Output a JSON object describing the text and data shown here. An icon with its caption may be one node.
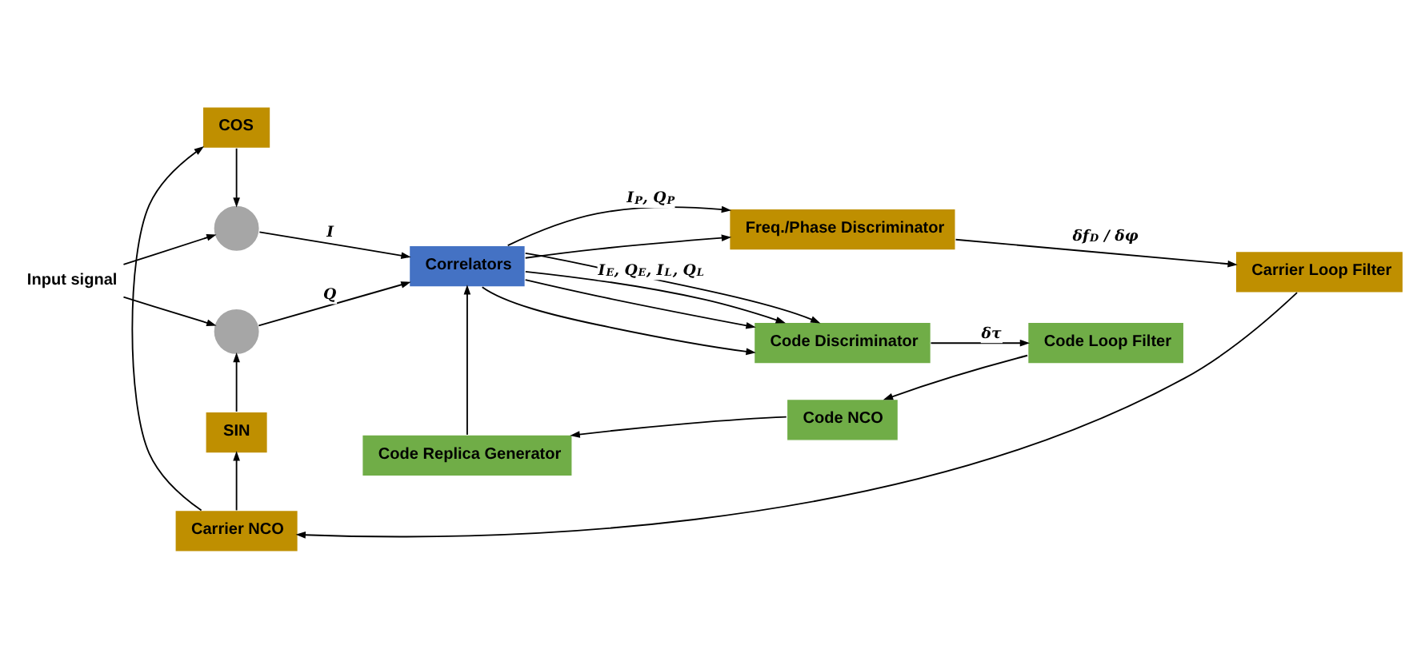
{
  "diagram": {
    "nodes": [
      {
        "text": [
          "Input signal"
        ]
      },
      {
        "text": [],
        "shape": "circle"
      },
      {
        "text": [],
        "shape": "circle"
      },
      {
        "text": [
          "Correlators"
        ]
      },
      {
        "text": [
          "Freq./Phase Discriminator"
        ]
      },
      {
        "text": [
          "Code Discriminator"
        ]
      },
      {
        "text": [
          "COS"
        ]
      },
      {
        "text": [
          "SIN"
        ]
      },
      {
        "text": [
          "Code Replica Generator"
        ]
      },
      {
        "text": [
          "Code NCO"
        ]
      },
      {
        "text": [
          "Code Loop Filter"
        ]
      },
      {
        "text": [
          "Carrier NCO"
        ]
      },
      {
        "text": [
          "Carrier Loop Filter"
        ]
      }
    ],
    "edges": [
      {
        "from": 0,
        "to": 1,
        "arrow": "to"
      },
      {
        "from": 0,
        "to": 2,
        "arrow": "to"
      },
      {
        "from": 1,
        "to": 3,
        "arrow": "to",
        "label": "I"
      },
      {
        "from": 2,
        "to": 3,
        "arrow": "to",
        "label": "Q"
      },
      {
        "from": 3,
        "to": 4,
        "arrow": "to",
        "label": "I$_{P}$, Q$_{P}$"
      },
      {
        "from": 3,
        "to": 4,
        "arrow": "to"
      },
      {
        "from": 3,
        "to": 5,
        "arrow": "to"
      },
      {
        "from": 3,
        "to": 5,
        "arrow": "to"
      },
      {
        "from": 3,
        "to": 5,
        "arrow": "to"
      },
      {
        "from": 3,
        "to": 5,
        "arrow": "to",
        "label": "I$_{E}$, Q$_{E}$, I$_{L}$, Q$_{L}$"
      },
      {
        "from": 4,
        "to": 12,
        "arrow": "to",
        "label": "δf$_{D}$ / δφ"
      },
      {
        "from": 5,
        "to": 10,
        "arrow": "to",
        "label": "δτ"
      },
      {
        "from": 10,
        "to": 9,
        "arrow": "to"
      },
      {
        "from": 9,
        "to": 8,
        "arrow": "to"
      },
      {
        "from": 8,
        "to": 3,
        "arrow": "to"
      },
      {
        "from": 12,
        "to": 11,
        "arrow": "to"
      },
      {
        "from": 11,
        "to": 6,
        "arrow": "to"
      },
      {
        "from": 11,
        "to": 7,
        "arrow": "to"
      },
      {
        "from": 6,
        "to": 1,
        "arrow": "to"
      },
      {
        "from": 7,
        "to": 2,
        "arrow": "to"
      }
    ]
  }
}
